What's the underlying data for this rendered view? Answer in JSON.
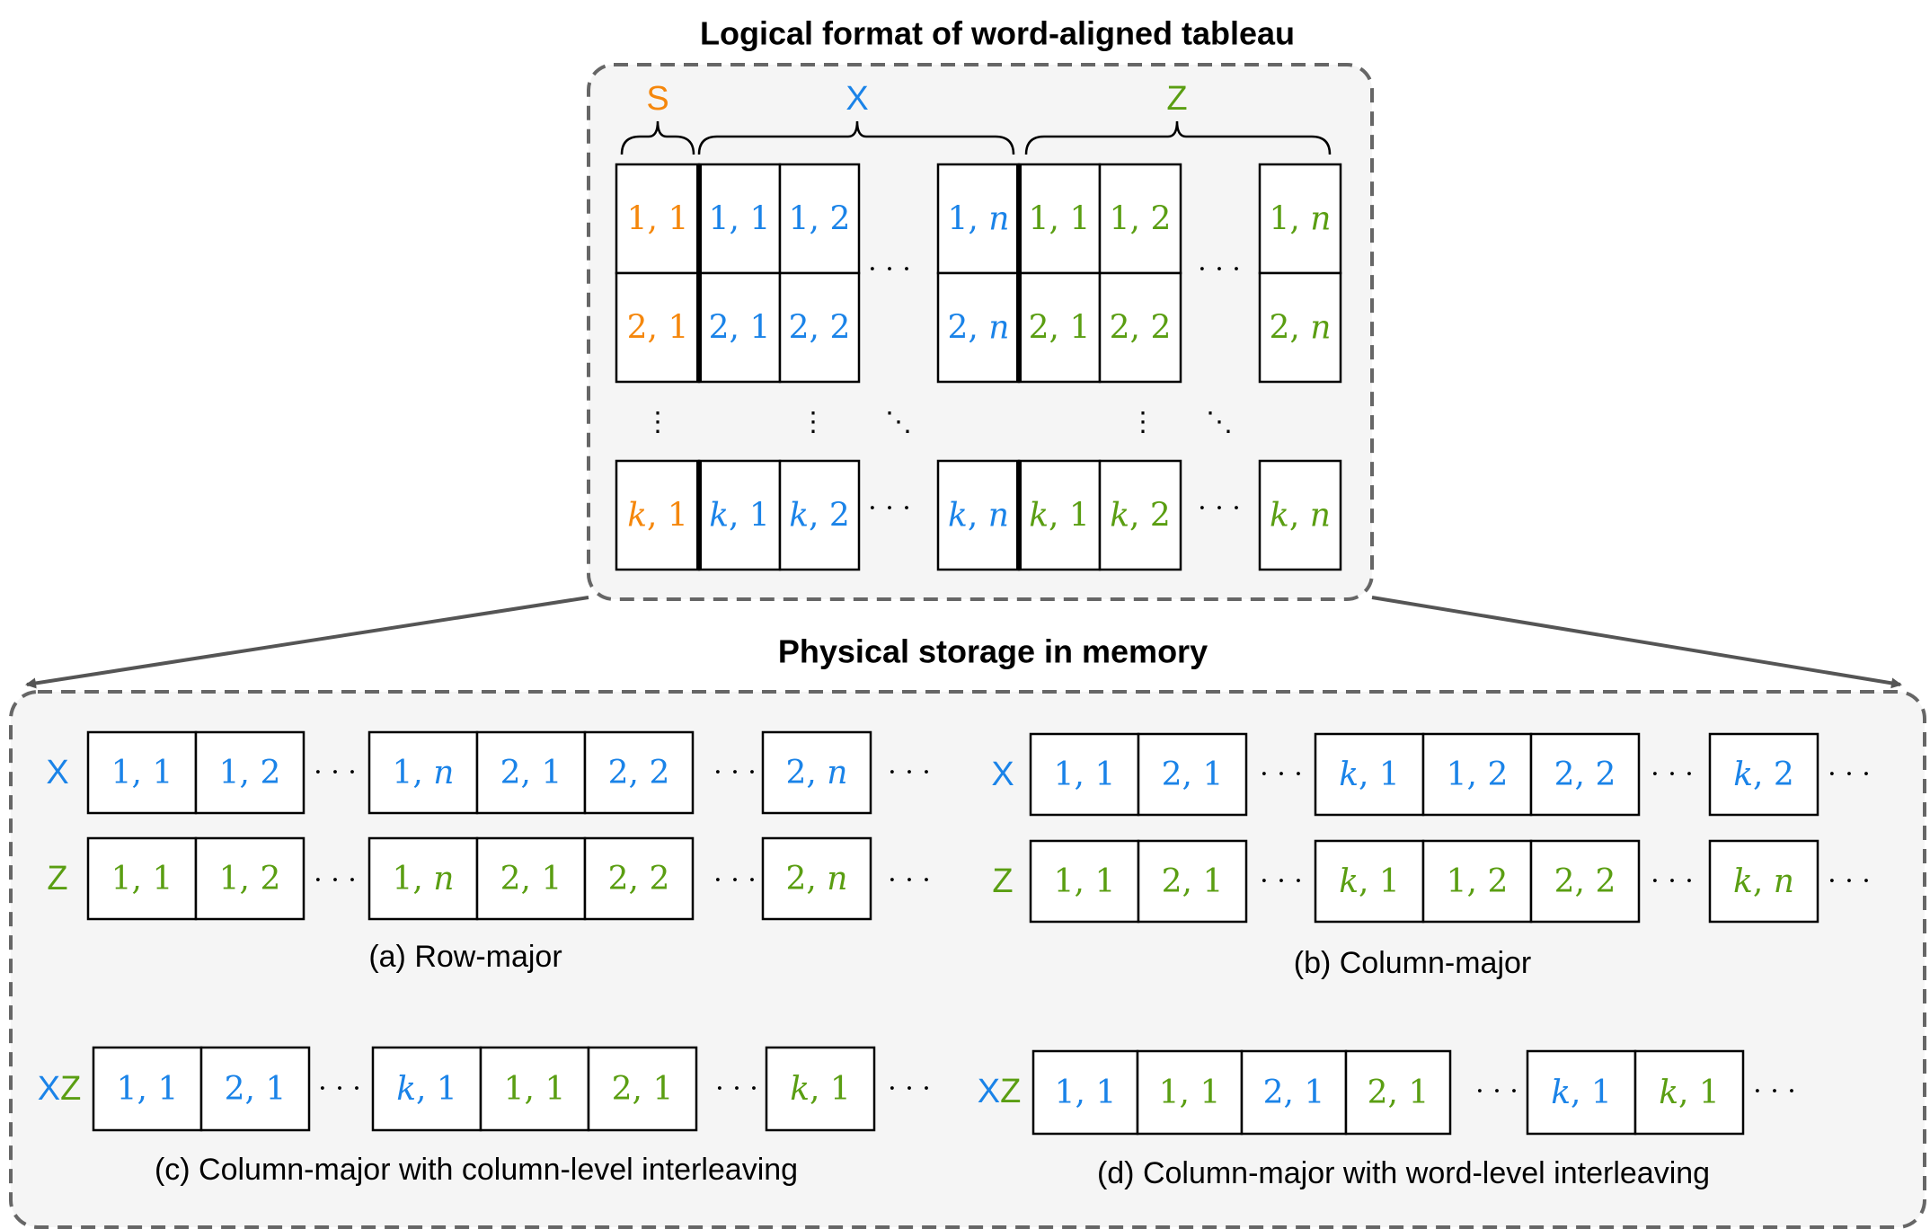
{
  "colors": {
    "s": "#f5870c",
    "x": "#1a83e8",
    "z": "#5a9e12",
    "panel_fill": "#f5f5f5",
    "panel_border": "#666666"
  },
  "logical": {
    "title": "Logical format of word-aligned tableau",
    "labels": {
      "s": "S",
      "x": "X",
      "z": "Z"
    },
    "rows": [
      {
        "s": "1, 1",
        "x": [
          "1, 1",
          "1, 2",
          "1, n"
        ],
        "z": [
          "1, 1",
          "1, 2",
          "1, n"
        ]
      },
      {
        "s": "2, 1",
        "x": [
          "2, 1",
          "2, 2",
          "2, n"
        ],
        "z": [
          "2, 1",
          "2, 2",
          "2, n"
        ]
      },
      {
        "s": "k, 1",
        "x": [
          "k, 1",
          "k, 2",
          "k, n"
        ],
        "z": [
          "k, 1",
          "k, 2",
          "k, n"
        ]
      }
    ]
  },
  "physical": {
    "title": "Physical storage in memory",
    "row_labels": {
      "x": "X",
      "z": "Z",
      "xz_x": "X",
      "xz_z": "Z"
    },
    "a": {
      "caption": "(a) Row-major",
      "x": [
        "1, 1",
        "1, 2",
        "1, n",
        "2, 1",
        "2, 2",
        "2, n"
      ],
      "z": [
        "1, 1",
        "1, 2",
        "1, n",
        "2, 1",
        "2, 2",
        "2, n"
      ]
    },
    "b": {
      "caption": "(b) Column-major",
      "x": [
        "1, 1",
        "2, 1",
        "k, 1",
        "1, 2",
        "2, 2",
        "k, 2"
      ],
      "z": [
        "1, 1",
        "2, 1",
        "k, 1",
        "1, 2",
        "2, 2",
        "k, n"
      ]
    },
    "c": {
      "caption": "(c) Column-major with column-level interleaving",
      "cells": [
        "1, 1",
        "2, 1",
        "k, 1",
        "1, 1",
        "2, 1",
        "k, 1"
      ]
    },
    "d": {
      "caption": "(d) Column-major with word-level interleaving",
      "cells": [
        "1, 1",
        "1, 1",
        "2, 1",
        "2, 1",
        "k, 1",
        "k, 1"
      ]
    }
  }
}
